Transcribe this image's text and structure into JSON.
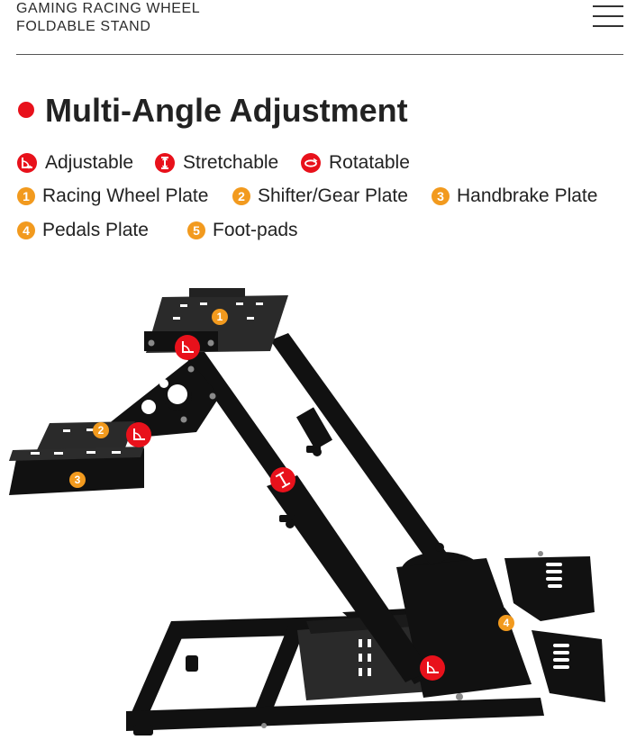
{
  "header": {
    "title_line1": "GAMING RACING WHEEL",
    "title_line2": "FOLDABLE STAND",
    "menu_icon": "hamburger-menu-icon"
  },
  "section": {
    "heading": "Multi-Angle Adjustment",
    "accent": "#e8111b"
  },
  "legend": {
    "adjustable": "Adjustable",
    "stretchable": "Stretchable",
    "rotatable": "Rotatable"
  },
  "parts": [
    {
      "num": "1",
      "label": "Racing Wheel Plate"
    },
    {
      "num": "2",
      "label": "Shifter/Gear Plate"
    },
    {
      "num": "3",
      "label": "Handbrake Plate"
    },
    {
      "num": "4",
      "label": "Pedals Plate"
    },
    {
      "num": "5",
      "label": "Foot-pads"
    }
  ],
  "colors": {
    "orange": "#f29a1e",
    "red": "#e8111b",
    "frame": "#111111"
  }
}
